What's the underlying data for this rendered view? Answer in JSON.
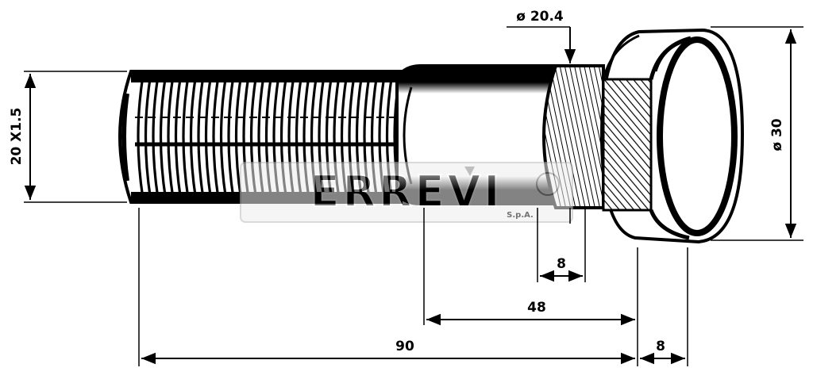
{
  "watermark": {
    "brand": "ERREVI",
    "suffix": "S.p.A."
  },
  "dimensions": {
    "thread": "20 X1.5",
    "shank_diameter": "ø 20.4",
    "head_diameter": "ø 30",
    "knurl_length": "8",
    "shank_length": "48",
    "total_length": "90",
    "head_thickness": "8"
  },
  "colors": {
    "ink": "#000000",
    "paper": "#ffffff",
    "watermark": "#9a9a9a"
  }
}
